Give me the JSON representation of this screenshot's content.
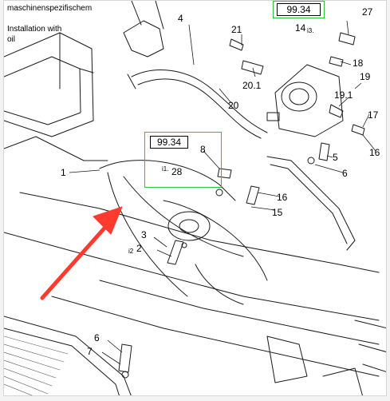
{
  "header_notes": {
    "line1": "maschinenspezifischem",
    "line2": "Installation with",
    "line3": "oil"
  },
  "highlights": [
    {
      "ref": "99.34",
      "item": "14",
      "tag": "i3."
    },
    {
      "ref": "99.34",
      "item": "28",
      "tag": "i1."
    }
  ],
  "tags": {
    "i2": "i2"
  },
  "callouts": {
    "c1": "1",
    "c2": "2",
    "c3": "3",
    "c4": "4",
    "c5": "5",
    "c6a": "6",
    "c6b": "6",
    "c7": "7",
    "c8": "8",
    "c15": "15",
    "c16a": "16",
    "c16b": "16",
    "c17": "17",
    "c18": "18",
    "c19": "19",
    "c191": "19.1",
    "c20": "20",
    "c201": "20.1",
    "c21": "21",
    "c27": "27"
  },
  "colors": {
    "arrow": "#ff3b30",
    "highlight": "#2fbf3a",
    "line": "#1a1a1a"
  }
}
